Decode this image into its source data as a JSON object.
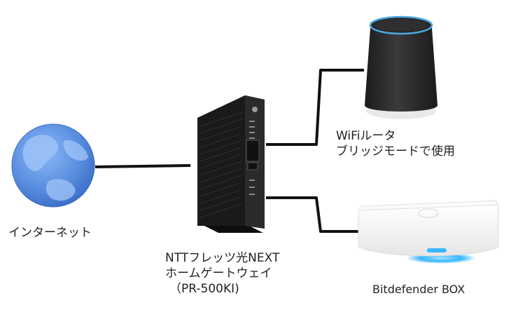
{
  "diagram": {
    "colors": {
      "connector": "#111111",
      "globe_ocean": "#5a8fe0",
      "globe_land": "#9cc2f6",
      "router_body": "#1c1c1c",
      "speaker_body": "#2a2a2a",
      "speaker_ring": "#4aa8e0",
      "box_body": "#f4f4f4",
      "box_glow": "#39b6ff"
    },
    "nodes": {
      "internet": {
        "label": "インターネット",
        "icon": "globe-icon"
      },
      "gateway": {
        "label_lines": [
          "NTTフレッツ光NEXT",
          "ホームゲートウェイ",
          "（PR-500KI)"
        ],
        "icon": "router-device-icon"
      },
      "wifi_router": {
        "label_lines": [
          "WiFiルータ",
          "ブリッジモードで使用"
        ],
        "icon": "wifi-router-icon"
      },
      "bitdefender": {
        "label": "Bitdefender BOX",
        "icon": "bitdefender-box-icon"
      }
    },
    "connections": [
      {
        "from": "internet",
        "to": "gateway"
      },
      {
        "from": "gateway",
        "to": "wifi_router"
      },
      {
        "from": "gateway",
        "to": "bitdefender"
      }
    ]
  }
}
